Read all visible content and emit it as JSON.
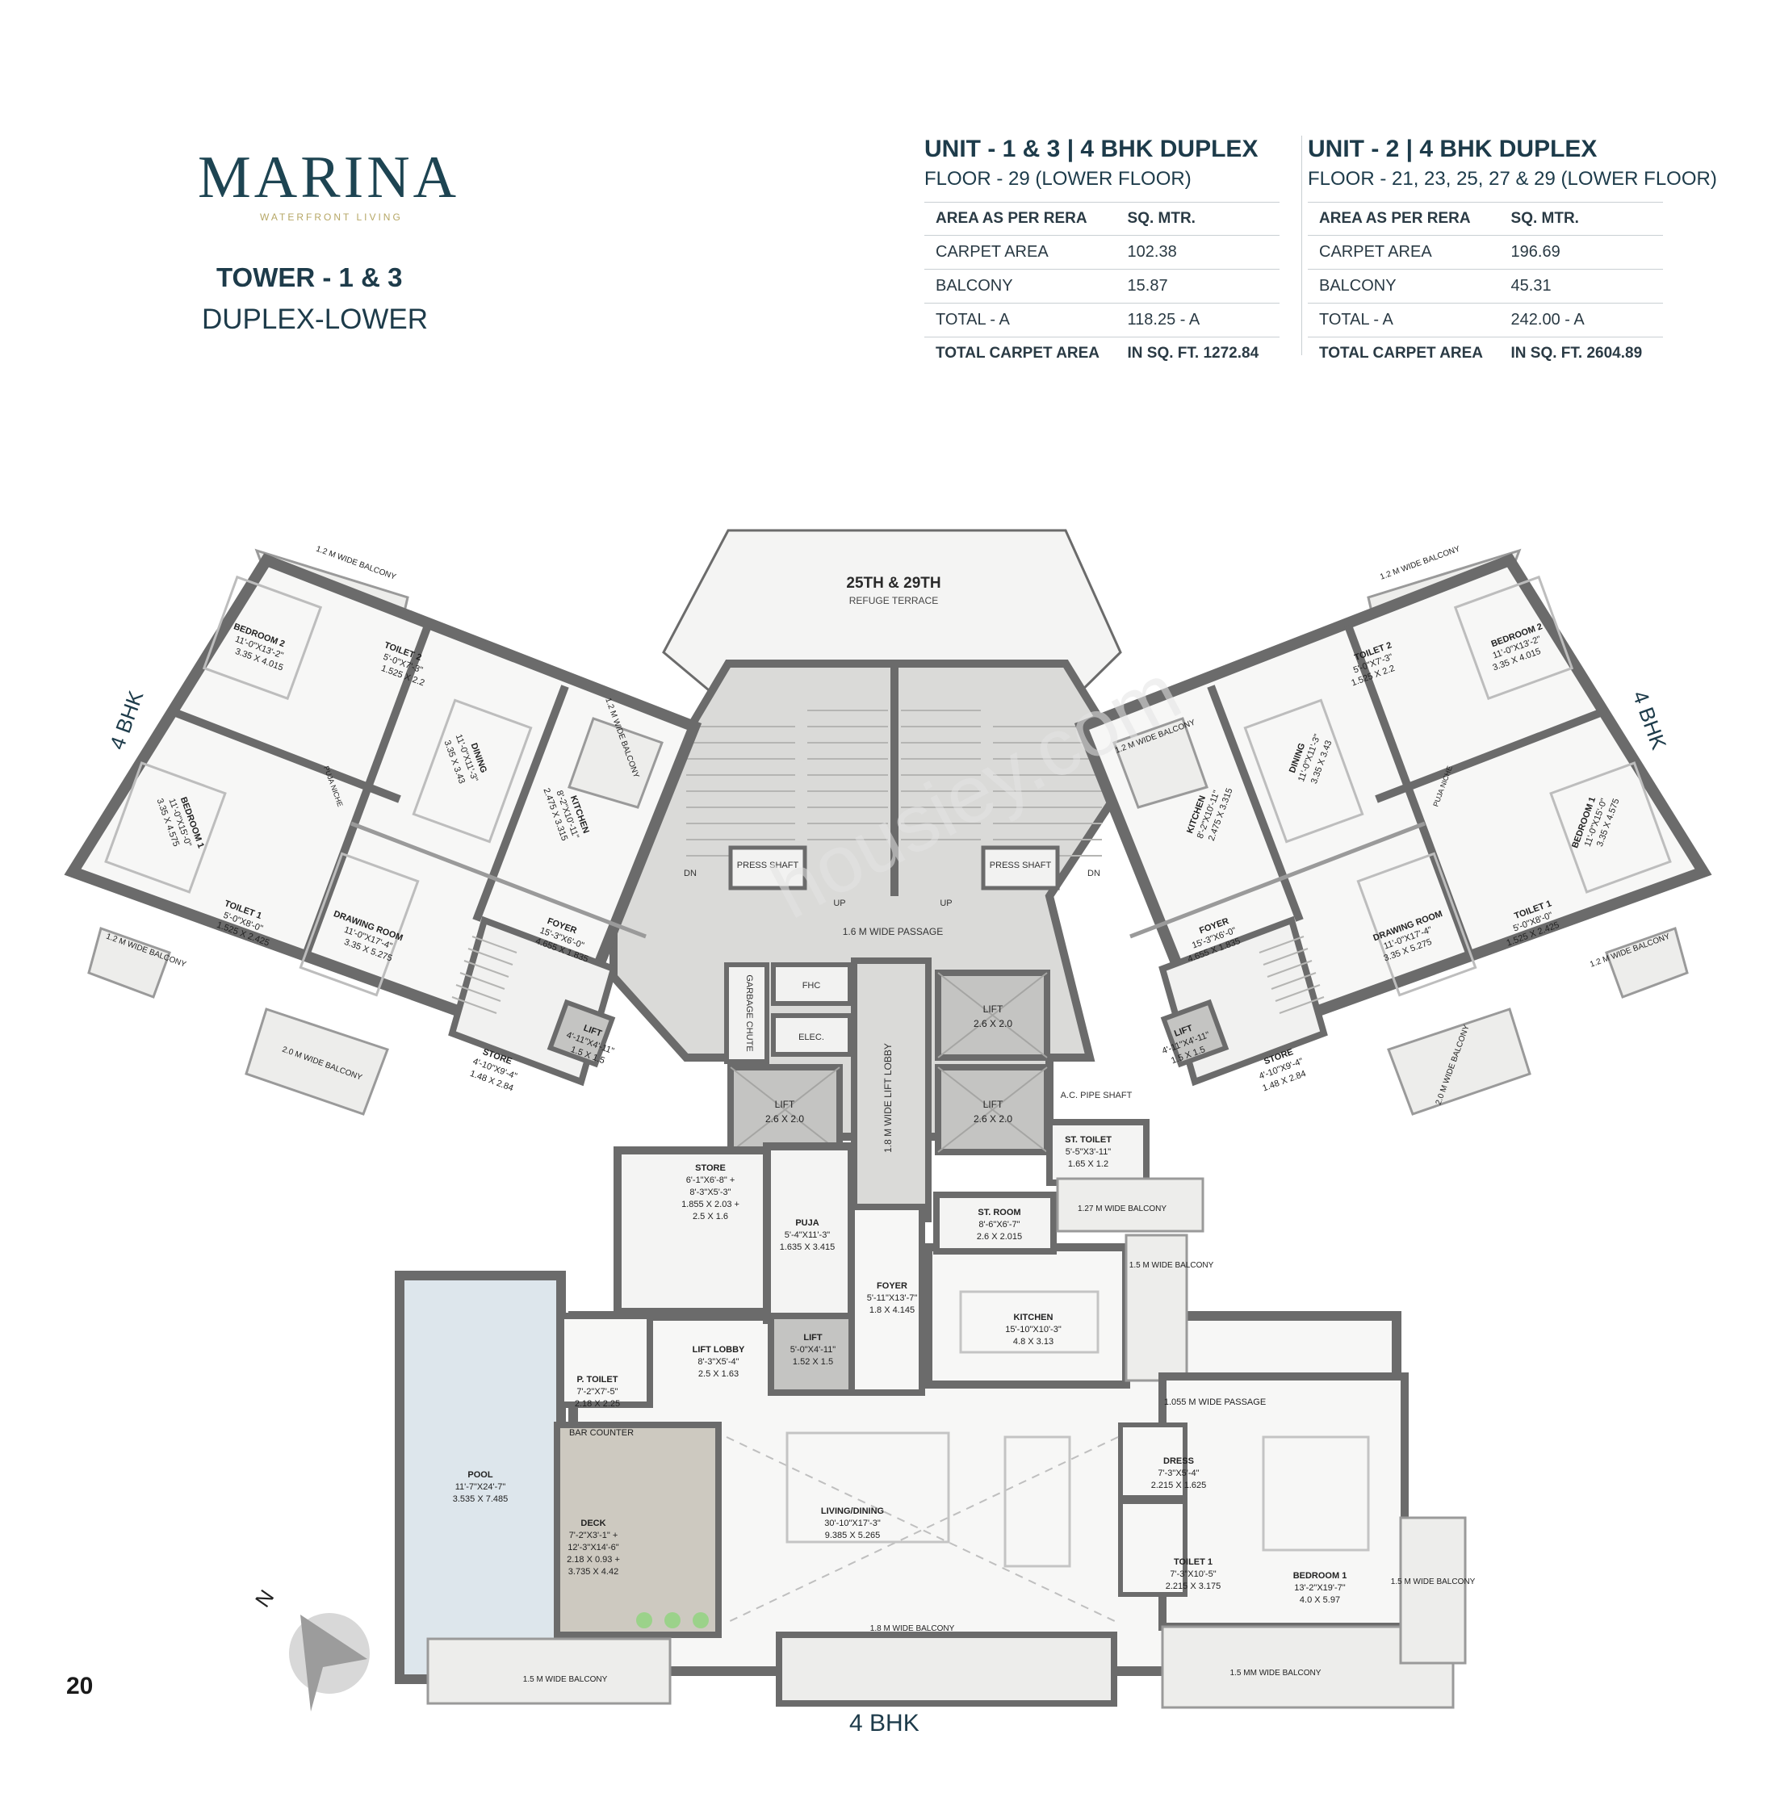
{
  "brand": {
    "name": "MARINA",
    "tagline": "WATERFRONT LIVING"
  },
  "heading": {
    "tower": "TOWER - 1 & 3",
    "type": "DUPLEX-LOWER"
  },
  "units": [
    {
      "title": "UNIT - 1 & 3  |  4 BHK DUPLEX",
      "floor": "FLOOR - 29 (LOWER FLOOR)",
      "col1": "AREA AS PER RERA",
      "col2": "SQ. MTR.",
      "rows": [
        {
          "label": "CARPET AREA",
          "value": "102.38"
        },
        {
          "label": "BALCONY",
          "value": "15.87"
        },
        {
          "label": "TOTAL - A",
          "value": "118.25 - A"
        }
      ],
      "total_label": "TOTAL CARPET AREA",
      "total_value": "IN SQ. FT. 1272.84"
    },
    {
      "title": "UNIT - 2  |  4 BHK DUPLEX",
      "floor": "FLOOR - 21, 23, 25, 27 & 29 (LOWER FLOOR)",
      "col1": "AREA AS PER RERA",
      "col2": "SQ. MTR.",
      "rows": [
        {
          "label": "CARPET AREA",
          "value": "196.69"
        },
        {
          "label": "BALCONY",
          "value": "45.31"
        },
        {
          "label": "TOTAL - A",
          "value": "242.00 - A"
        }
      ],
      "total_label": "TOTAL CARPET AREA",
      "total_value": "IN SQ. FT. 2604.89"
    }
  ],
  "plan": {
    "refuge_title": "25TH & 29TH",
    "refuge_sub": "REFUGE TERRACE",
    "passage": "1.6 M WIDE PASSAGE",
    "lift_lobby": "1.8 M WIDE LIFT LOBBY",
    "up": "UP",
    "dn": "DN",
    "press_shaft": "PRESS SHAFT",
    "garbage": "GARBAGE CHUTE",
    "fhc": "FHC",
    "elec": "ELEC.",
    "lift_core": "LIFT",
    "lift_core_size": "2.6 X 2.0",
    "ac_shaft": "A.C. PIPE SHAFT",
    "wing_label": "4 BHK",
    "wing": {
      "bal12": "1.2 M WIDE BALCONY",
      "bal20": "2.0 M WIDE BALCONY",
      "bed2": "BEDROOM 2",
      "bed2_d": "11'-0\"X13'-2\"",
      "bed2_m": "3.35 X 4.015",
      "toilet2": "TOILET 2",
      "toilet2_d": "5'-0\"X7'-3\"",
      "toilet2_m": "1.525 X 2.2",
      "dining": "DINING",
      "dining_d": "11'-0\"X11'-3\"",
      "dining_m": "3.35 X 3.43",
      "kitchen": "KITCHEN",
      "kitchen_d": "8'-2\"X10'-11\"",
      "kitchen_m": "2.475 X 3.315",
      "bed1": "BEDROOM 1",
      "bed1_d": "11'-0\"X15'-0\"",
      "bed1_m": "3.35 X 4.575",
      "puja_niche": "PUJA NICHE",
      "toilet1": "TOILET 1",
      "toilet1_d": "5'-0\"X8'-0\"",
      "toilet1_m": "1.525 X 2.425",
      "drawing": "DRAWING ROOM",
      "drawing_d": "11'-0\"X17'-4\"",
      "drawing_m": "3.35 X 5.275",
      "foyer": "FOYER",
      "foyer_d": "15'-3\"X6'-0\"",
      "foyer_m": "4.655 X 1.835",
      "store": "STORE",
      "store_d": "4'-10\"X9'-4\"",
      "store_m": "1.48 X 2.84",
      "lift": "LIFT",
      "lift_d": "4'-11\"X4'-11\"",
      "lift_m": "1.5 X 1.5"
    },
    "south": {
      "store": "STORE",
      "store_d": "6'-1\"X6'-8\" +",
      "store_d2": "8'-3\"X5'-3\"",
      "store_m": "1.855 X 2.03 +",
      "store_m2": "2.5 X 1.6",
      "puja": "PUJA",
      "puja_d": "5'-4\"X11'-3\"",
      "puja_m": "1.635 X 3.415",
      "foyer": "FOYER",
      "foyer_d": "5'-11\"X13'-7\"",
      "foyer_m": "1.8 X 4.145",
      "st_toilet": "ST. TOILET",
      "st_toilet_d": "5'-5\"X3'-11\"",
      "st_toilet_m": "1.65 X 1.2",
      "st_room": "ST. ROOM",
      "st_room_d": "8'-6\"X6'-7\"",
      "st_room_m": "2.6 X 2.015",
      "bal127": "1.27 M WIDE BALCONY",
      "bal15": "1.5 M WIDE BALCONY",
      "kitchen": "KITCHEN",
      "kitchen_d": "15'-10\"X10'-3\"",
      "kitchen_m": "4.8 X 3.13",
      "lift_lobby": "LIFT LOBBY",
      "lift_lobby_d": "8'-3\"X5'-4\"",
      "lift_lobby_m": "2.5 X 1.63",
      "lift": "LIFT",
      "lift_d": "5'-0\"X4'-11\"",
      "lift_m": "1.52 X 1.5",
      "p_toilet": "P. TOILET",
      "p_toilet_d": "7'-2\"X7'-5\"",
      "p_toilet_m": "2.18 X 2.25",
      "passage": "1.055 M WIDE PASSAGE",
      "bar": "BAR COUNTER",
      "pool": "POOL",
      "pool_d": "11'-7\"X24'-7\"",
      "pool_m": "3.535 X 7.485",
      "deck": "DECK",
      "deck_d": "7'-2\"X3'-1\" +",
      "deck_d2": "12'-3\"X14'-6\"",
      "deck_m": "2.18 X 0.93 +",
      "deck_m2": "3.735 X 4.42",
      "living": "LIVING/DINING",
      "living_d": "30'-10\"X17'-3\"",
      "living_m": "9.385 X 5.265",
      "dress": "DRESS",
      "dress_d": "7'-3\"X5'-4\"",
      "dress_m": "2.215 X 1.625",
      "toilet1": "TOILET 1",
      "toilet1_d": "7'-3\"X10'-5\"",
      "toilet1_m": "2.215 X 3.175",
      "bed1": "BEDROOM 1",
      "bed1_d": "13'-2\"X19'-7\"",
      "bed1_m": "4.0 X 5.97",
      "bal18": "1.8 M WIDE BALCONY",
      "bal15b": "1.5 M WIDE BALCONY",
      "bal15mm": "1.5 MM WIDE BALCONY",
      "bal15c": "1.5 M WIDE BALCONY"
    },
    "north": "N",
    "watermark": "housiey.com"
  },
  "page_number": "20",
  "bottom_label": "4 BHK",
  "colors": {
    "brand": "#1d4452",
    "wall": "#6b6b6b",
    "core": "#d6d6d4",
    "lift": "#c4c4c2",
    "balcony": "#ededeb",
    "pool": "#dde6ec",
    "deck": "#cdc9c0"
  }
}
